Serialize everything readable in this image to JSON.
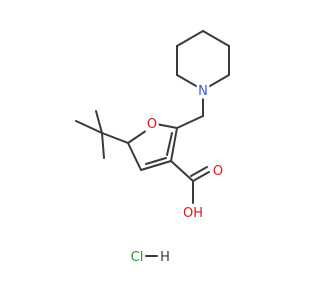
{
  "molecule": {
    "atoms": {
      "O_ring": {
        "symbol": "O",
        "color": "#e8141c"
      },
      "N_pip": {
        "symbol": "N",
        "color": "#3a55e8"
      },
      "O_carbonyl": {
        "symbol": "O",
        "color": "#e8141c"
      },
      "OH": {
        "symbol": "OH",
        "color": "#e8141c"
      },
      "HCl_Cl": {
        "symbol": "Cl",
        "color": "#1f9a1f"
      },
      "HCl_H": {
        "symbol": "H",
        "color": "#3a3a3a"
      }
    },
    "bond_color": "#3a3a3a"
  }
}
